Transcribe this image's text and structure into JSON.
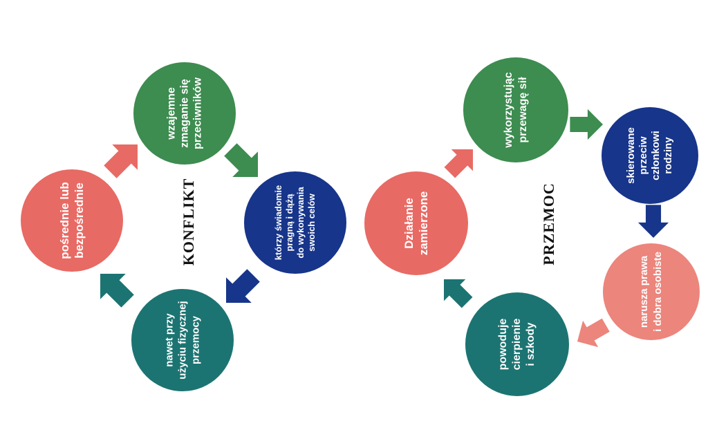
{
  "colors": {
    "green": "#3d8c50",
    "blue": "#17358a",
    "coral": "#e86a64",
    "teal": "#1c7472",
    "lightcoral": "#ec857c"
  },
  "konflikt": {
    "title": "KONFLIKT",
    "nodes": [
      {
        "lines": [
          "pośrednie lub",
          "bezpośrednie"
        ]
      },
      {
        "lines": [
          "wzajemne",
          "zmaganie się",
          "przeciwników"
        ]
      },
      {
        "lines": [
          "którzy świadomie",
          "pragną i dążą",
          "do wykonywania",
          "swoich celów"
        ]
      },
      {
        "lines": [
          "nawet przy",
          "użyciu fizycznej",
          "przemocy"
        ]
      }
    ]
  },
  "przemoc": {
    "title": "PRZEMOC",
    "nodes": [
      {
        "lines": [
          "Działanie",
          "zamierzone"
        ]
      },
      {
        "lines": [
          "wykorzystując",
          "przewagę sił"
        ]
      },
      {
        "lines": [
          "skierowane",
          "przeciw",
          "członkowi",
          "rodziny"
        ]
      },
      {
        "lines": [
          "narusza prawa",
          "i dobra osobiste"
        ]
      },
      {
        "lines": [
          "powoduje",
          "cierpienie",
          "i szkody"
        ]
      }
    ]
  }
}
